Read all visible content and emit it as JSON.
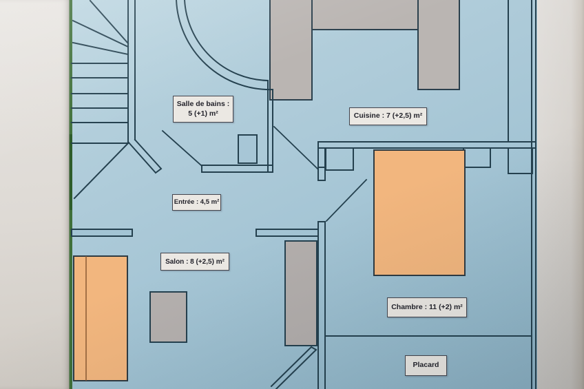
{
  "document": {
    "type": "floor-plan-photo"
  },
  "rooms": [
    {
      "id": "salle-de-bains",
      "label_line1": "Salle de bains :",
      "label_line2": "5 (+1) m²",
      "area_m2": "5",
      "extra_m2": "1"
    },
    {
      "id": "cuisine",
      "label": "Cuisine : 7 (+2,5) m²",
      "area_m2": "7",
      "extra_m2": "2,5"
    },
    {
      "id": "entree",
      "label": "Entrée : 4,5 m²",
      "area_m2": "4,5"
    },
    {
      "id": "salon",
      "label": "Salon : 8 (+2,5) m²",
      "area_m2": "8",
      "extra_m2": "2,5"
    },
    {
      "id": "chambre",
      "label": "Chambre : 11 (+2) m²",
      "area_m2": "11",
      "extra_m2": "2"
    },
    {
      "id": "placard",
      "label": "Placard"
    }
  ],
  "colors": {
    "floor_blue": "#a3c4d4",
    "wall_line": "#24404e",
    "counter_gray": "#bab5b2",
    "furniture_orange": "#f2b67e",
    "label_background": "#ebe8e3",
    "label_border": "#45454d",
    "left_wall_green": "#40703a",
    "paper_gray": "#d9d6d2"
  }
}
